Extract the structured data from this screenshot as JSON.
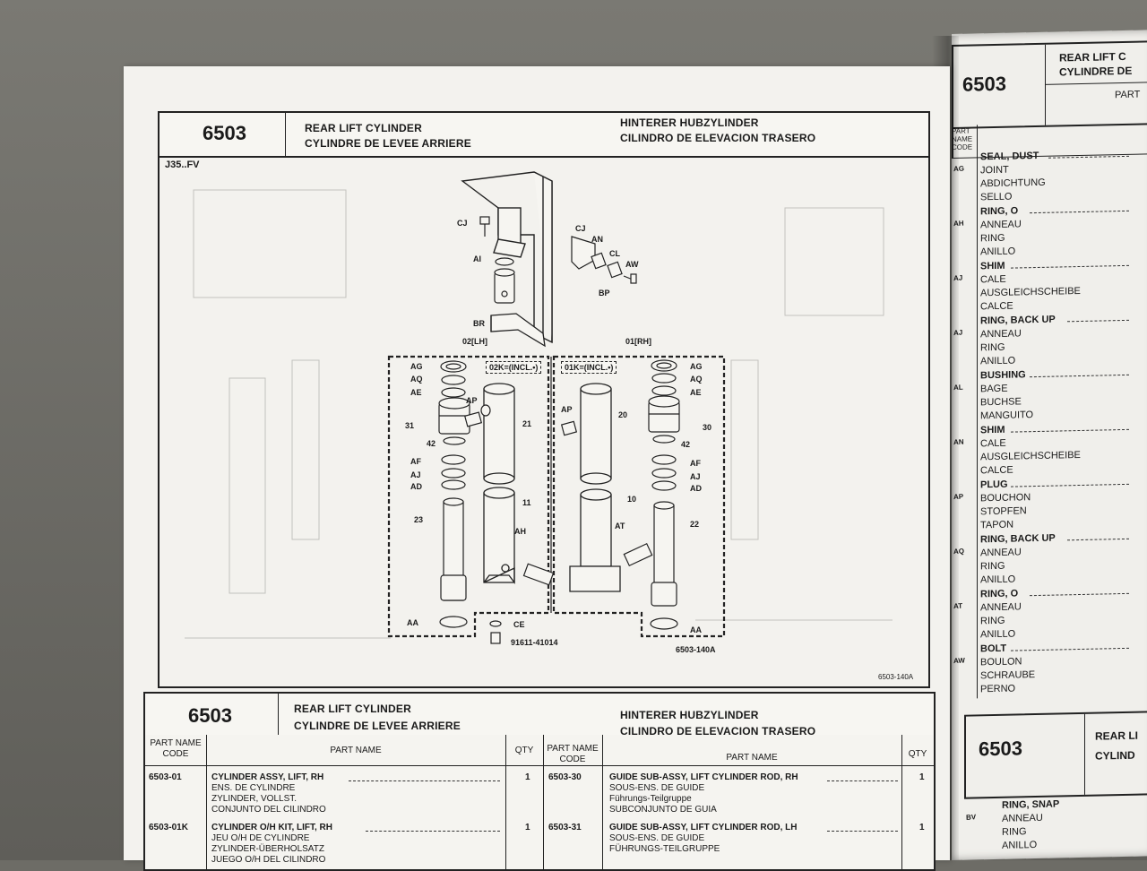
{
  "section_code": "6503",
  "titles": {
    "en": "REAR LIFT CYLINDER",
    "fr": "CYLINDRE DE LEVEE ARRIERE",
    "de": "HINTERER HUBZYLINDER",
    "es": "CILINDRO DE ELEVACION TRASERO"
  },
  "model": "J35..FV",
  "figure": {
    "code": "6503-140A",
    "code_corner": "6503-140A",
    "side_lh": "02[LH]",
    "side_rh": "01[RH]",
    "kit_lh": "02K=(INCL.•)",
    "kit_rh": "01K=(INCL.•)",
    "labels_top": [
      "CJ",
      "AI",
      "BR",
      "CJ",
      "AN",
      "CL",
      "AW",
      "BP"
    ],
    "labels_lh": [
      "AG",
      "AQ",
      "AE",
      "31",
      "42",
      "AF",
      "AJ",
      "AD",
      "23",
      "AA",
      "AP",
      "21",
      "11",
      "AH",
      "CE",
      "91611-41014"
    ],
    "labels_rh": [
      "AG",
      "AQ",
      "AE",
      "30",
      "42",
      "AF",
      "AJ",
      "AD",
      "22",
      "AA",
      "AP",
      "20",
      "10",
      "AT"
    ]
  },
  "table": {
    "col_code": "PART NAME CODE",
    "col_name": "PART NAME",
    "col_qty": "QTY",
    "rows_left": [
      {
        "code": "6503-01",
        "name": "CYLINDER ASSY, LIFT, RH",
        "qty": "1",
        "sub": [
          "ENS. DE CYLINDRE",
          "ZYLINDER, VOLLST.",
          "CONJUNTO DEL CILINDRO"
        ]
      },
      {
        "code": "6503-01K",
        "name": "CYLINDER O/H KIT, LIFT, RH",
        "qty": "1",
        "sub": [
          "JEU O/H DE CYLINDRE",
          "ZYLINDER-ÜBERHOLSATZ",
          "JUEGO O/H DEL CILINDRO"
        ]
      }
    ],
    "rows_right": [
      {
        "code": "6503-30",
        "name": "GUIDE SUB-ASSY, LIFT CYLINDER ROD, RH",
        "qty": "1",
        "sub": [
          "SOUS-ENS. DE GUIDE",
          "Führungs-Teilgruppe",
          "SUBCONJUNTO DE GUIA"
        ]
      },
      {
        "code": "6503-31",
        "name": "GUIDE SUB-ASSY, LIFT CYLINDER ROD, LH",
        "qty": "1",
        "sub": [
          "SOUS-ENS. DE GUIDE",
          "FÜHRUNGS-TEILGRUPPE"
        ]
      }
    ]
  },
  "right_page": {
    "code": "6503",
    "title_en": "REAR LIFT C",
    "title_fr": "CYLINDRE DE",
    "col_part": "PART",
    "col_code": "PART NAME CODE",
    "items": [
      {
        "code": "AG",
        "lines": [
          "SEAL, DUST",
          "JOINT",
          "ABDICHTUNG",
          "SELLO"
        ]
      },
      {
        "code": "AH",
        "lines": [
          "RING, O",
          "ANNEAU",
          "RING",
          "ANILLO"
        ]
      },
      {
        "code": "AJ",
        "lines": [
          "SHIM",
          "CALE",
          "AUSGLEICHSCHEIBE",
          "CALCE"
        ]
      },
      {
        "code": "AJ",
        "lines": [
          "RING, BACK UP",
          "ANNEAU",
          "RING",
          "ANILLO"
        ]
      },
      {
        "code": "AL",
        "lines": [
          "BUSHING",
          "BAGE",
          "BUCHSE",
          "MANGUITO"
        ]
      },
      {
        "code": "AN",
        "lines": [
          "SHIM",
          "CALE",
          "AUSGLEICHSCHEIBE",
          "CALCE"
        ]
      },
      {
        "code": "AP",
        "lines": [
          "PLUG",
          "BOUCHON",
          "STOPFEN",
          "TAPON"
        ]
      },
      {
        "code": "AQ",
        "lines": [
          "RING, BACK UP",
          "ANNEAU",
          "RING",
          "ANILLO"
        ]
      },
      {
        "code": "AT",
        "lines": [
          "RING, O",
          "ANNEAU",
          "RING",
          "ANILLO"
        ]
      },
      {
        "code": "AW",
        "lines": [
          "BOLT",
          "BOULON",
          "SCHRAUBE",
          "PERNO"
        ]
      }
    ],
    "lower_code": "6503",
    "lower_title": [
      "REAR LI",
      "CYLIND"
    ],
    "lower_items": [
      {
        "code": "BV",
        "lines": [
          "RING, SNAP",
          "ANNEAU",
          "RING",
          "ANILLO"
        ]
      }
    ]
  }
}
